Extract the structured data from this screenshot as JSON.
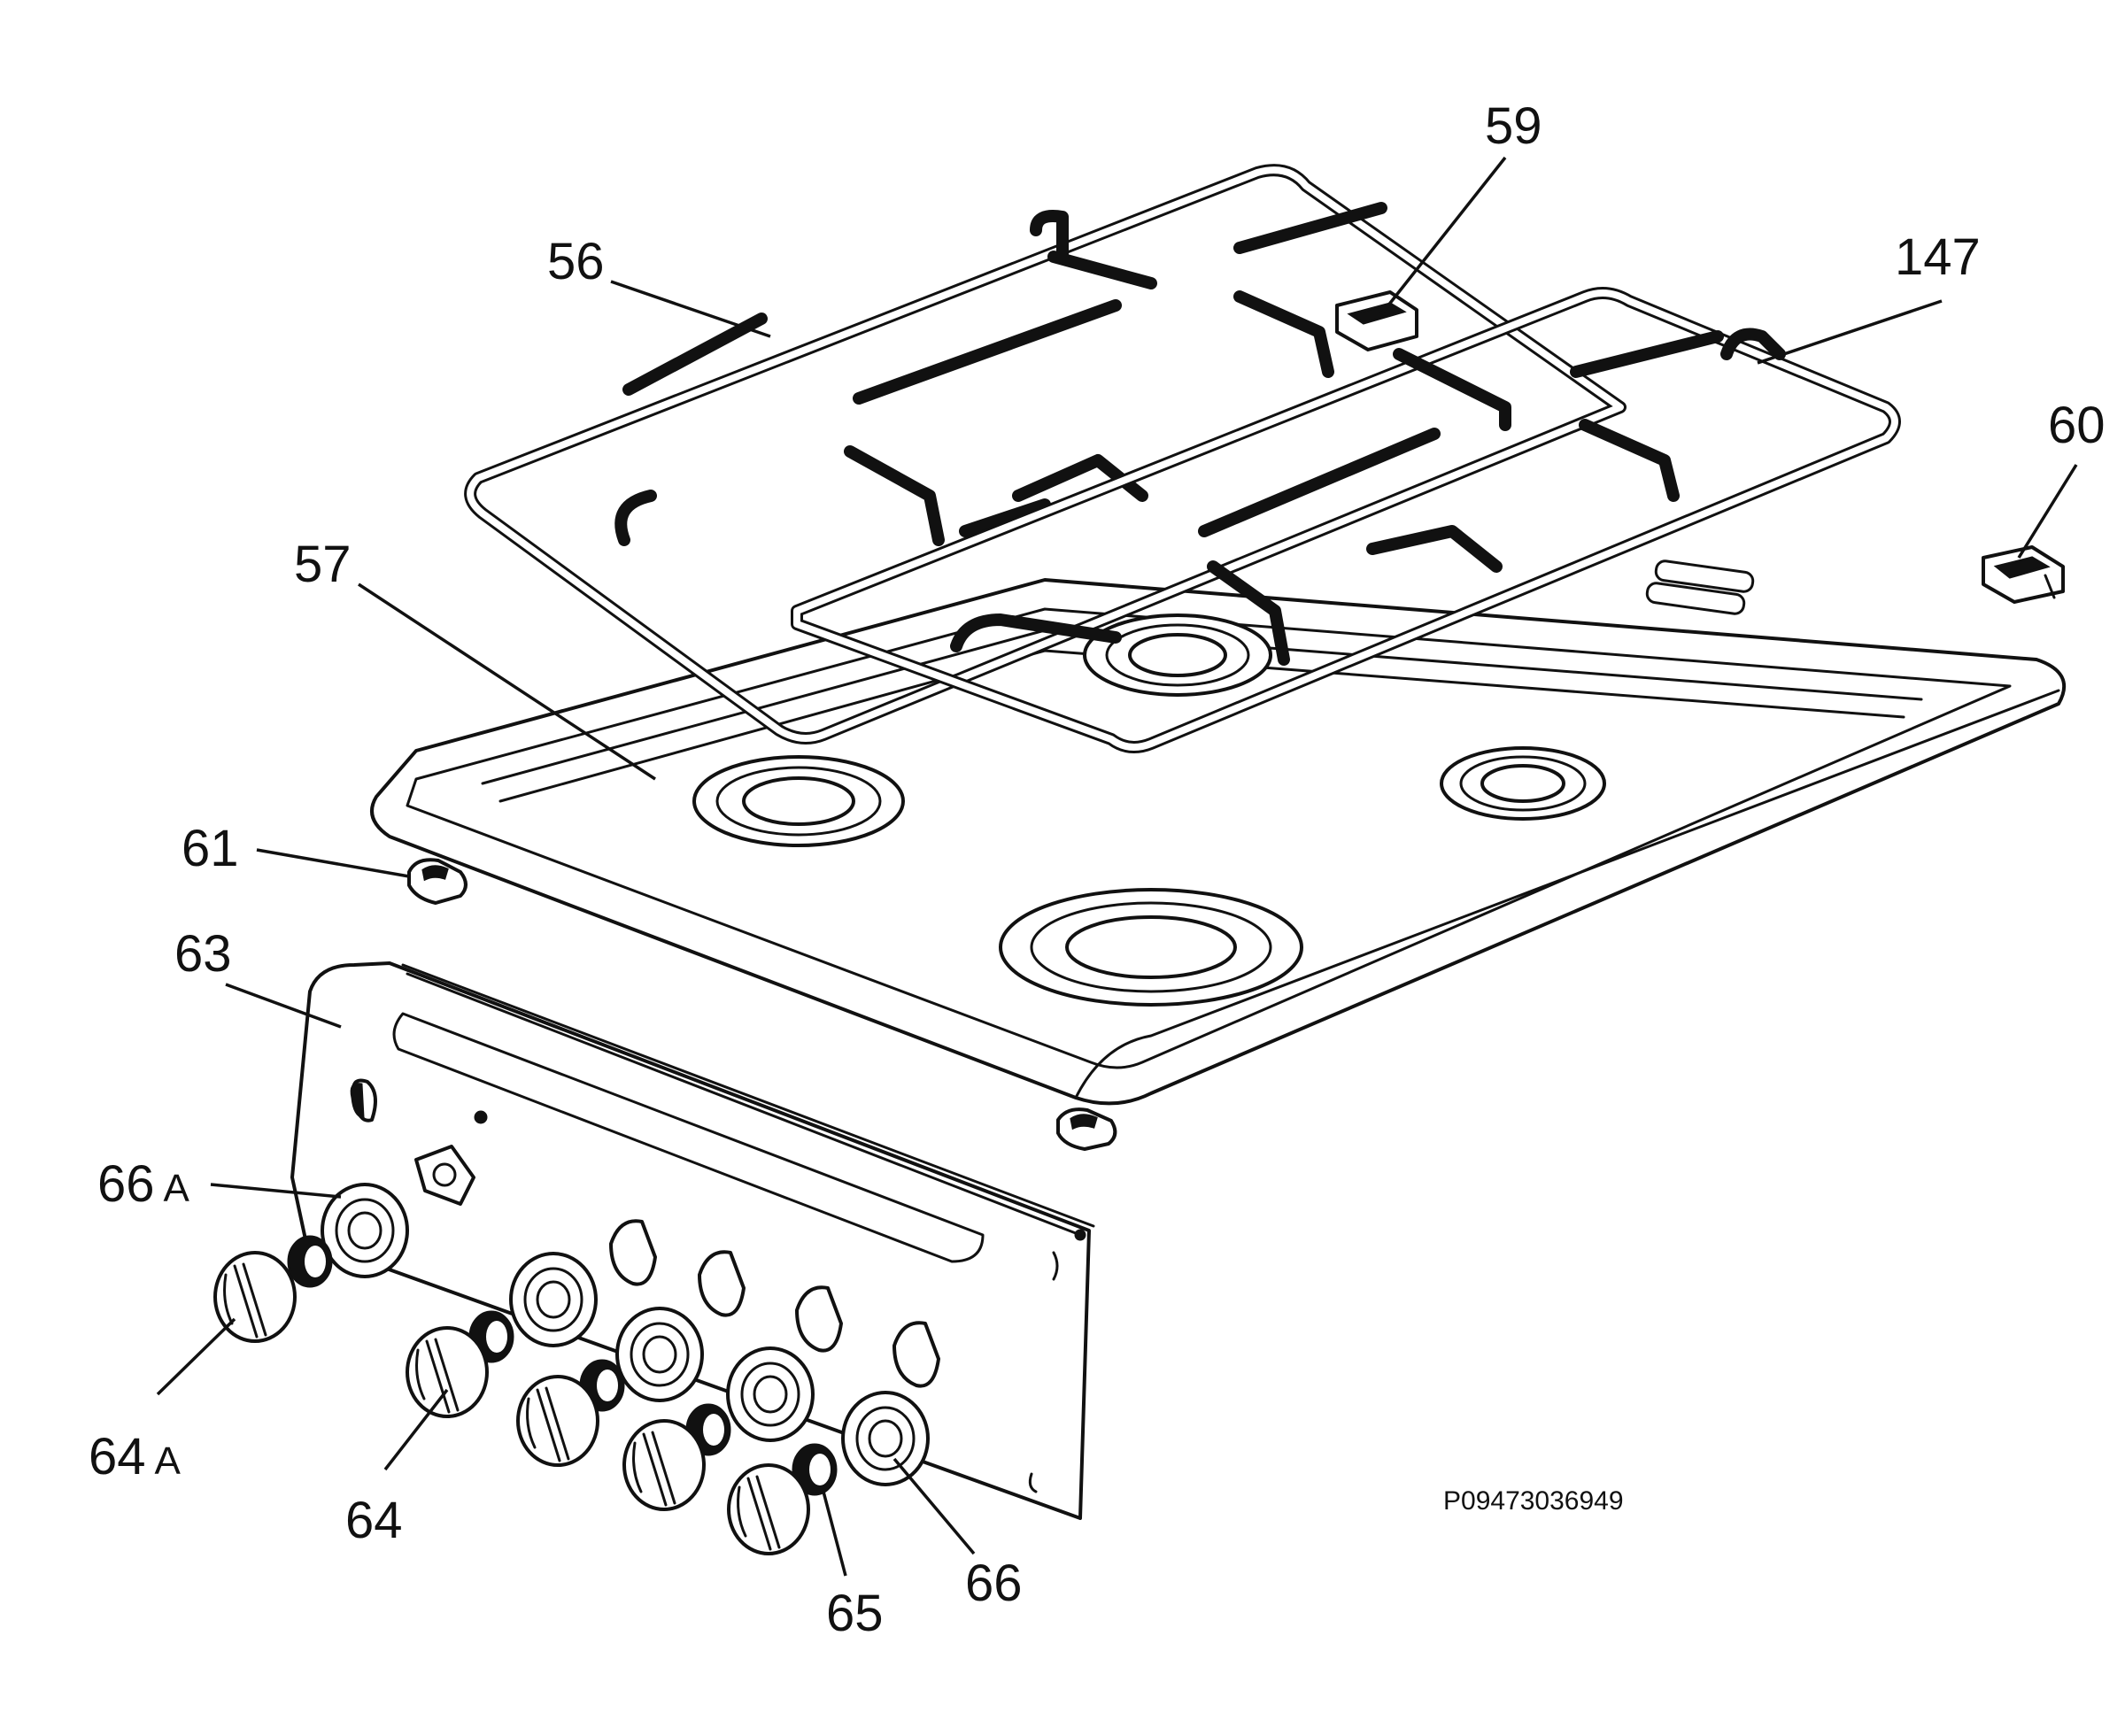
{
  "callouts": {
    "p56": "56",
    "p57": "57",
    "p59": "59",
    "p60": "60",
    "p61": "61",
    "p63": "63",
    "p64": "64",
    "p64a_num": "64",
    "p64a_suffix": "A",
    "p65": "65",
    "p66": "66",
    "p66a_num": "66",
    "p66a_suffix": "A",
    "p147": "147"
  },
  "drawing_code": "P09473036949"
}
